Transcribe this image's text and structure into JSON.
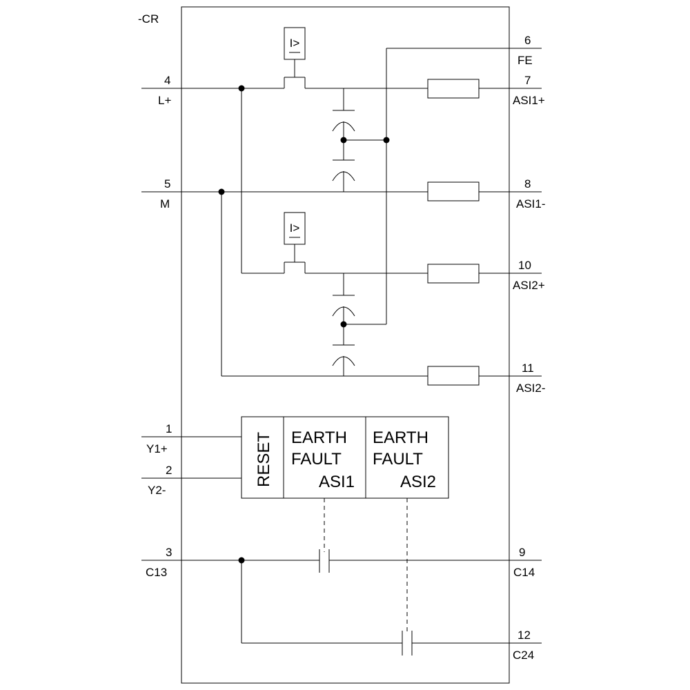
{
  "device_label": "-CR",
  "terminals": {
    "t4": {
      "num": "4",
      "name": "L+"
    },
    "t5": {
      "num": "5",
      "name": "M"
    },
    "t1": {
      "num": "1",
      "name": "Y1+"
    },
    "t2": {
      "num": "2",
      "name": "Y2-"
    },
    "t3": {
      "num": "3",
      "name": "C13"
    },
    "t6": {
      "num": "6",
      "name": "FE"
    },
    "t7": {
      "num": "7",
      "name": "ASI1+"
    },
    "t8": {
      "num": "8",
      "name": "ASI1-"
    },
    "t10": {
      "num": "10",
      "name": "ASI2+"
    },
    "t11": {
      "num": "11",
      "name": "ASI2-"
    },
    "t9": {
      "num": "9",
      "name": "C14"
    },
    "t12": {
      "num": "12",
      "name": "C24"
    }
  },
  "blocks": {
    "reset": "RESET",
    "ef1": [
      "EARTH",
      "FAULT",
      "ASI1"
    ],
    "ef2": [
      "EARTH",
      "FAULT",
      "ASI2"
    ]
  },
  "symbols": {
    "overcurrent": "I>"
  }
}
